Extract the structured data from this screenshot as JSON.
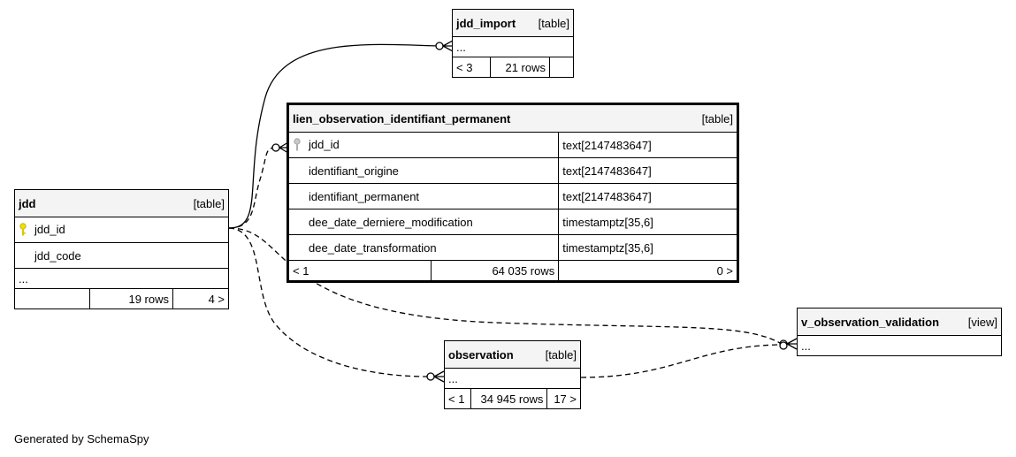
{
  "tables": {
    "jdd_import": {
      "name": "jdd_import",
      "type": "[table]",
      "ellipsis": "...",
      "footer": [
        "< 3",
        "21 rows",
        ""
      ]
    },
    "lien": {
      "name": "lien_observation_identifiant_permanent",
      "type": "[table]",
      "columns": [
        {
          "name": "jdd_id",
          "type": "text[2147483647]"
        },
        {
          "name": "identifiant_origine",
          "type": "text[2147483647]"
        },
        {
          "name": "identifiant_permanent",
          "type": "text[2147483647]"
        },
        {
          "name": "dee_date_derniere_modification",
          "type": "timestamptz[35,6]"
        },
        {
          "name": "dee_date_transformation",
          "type": "timestamptz[35,6]"
        }
      ],
      "footer": [
        "< 1",
        "64 035 rows",
        "0 >"
      ]
    },
    "jdd": {
      "name": "jdd",
      "type": "[table]",
      "columns": [
        {
          "name": "jdd_id"
        },
        {
          "name": "jdd_code"
        }
      ],
      "ellipsis": "...",
      "footer": [
        "",
        "19 rows",
        "4 >"
      ]
    },
    "v_obs": {
      "name": "v_observation_validation",
      "type": "[view]",
      "ellipsis": "..."
    },
    "observation": {
      "name": "observation",
      "type": "[table]",
      "ellipsis": "...",
      "footer": [
        "< 1",
        "34 945 rows",
        "17 >"
      ]
    }
  },
  "footer_text": "Generated by SchemaSpy"
}
